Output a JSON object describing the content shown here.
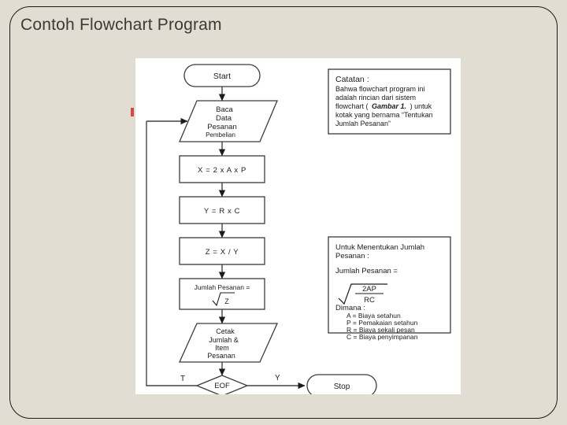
{
  "slide": {
    "title": "Contoh Flowchart Program",
    "background_color": "#e2ddd2",
    "border_color": "#1a1a1a",
    "title_color": "#3a3a36",
    "marker_color": "#cf4b45"
  },
  "flowchart": {
    "nodes": [
      {
        "id": "start",
        "type": "terminator",
        "label": "Start"
      },
      {
        "id": "baca",
        "type": "input",
        "label_lines": [
          "Baca",
          "Data",
          "Pesanan",
          "Pembelian"
        ]
      },
      {
        "id": "calc_x",
        "type": "process",
        "label": "X = 2 x A x P"
      },
      {
        "id": "calc_y",
        "type": "process",
        "label": "Y = R x C"
      },
      {
        "id": "calc_z",
        "type": "process",
        "label": "Z = X / Y"
      },
      {
        "id": "jumlah",
        "type": "process",
        "label": "Jumlah Pesanan =",
        "formula_radicand": "Z"
      },
      {
        "id": "cetak",
        "type": "output",
        "label_lines": [
          "Cetak",
          "Jumlah &",
          "Item",
          "Pesanan"
        ]
      },
      {
        "id": "eof",
        "type": "decision",
        "label": "EOF"
      },
      {
        "id": "stop",
        "type": "terminator",
        "label": "Stop"
      }
    ],
    "branch_labels": {
      "false": "T",
      "true": "Y"
    }
  },
  "note_box": {
    "heading": "Catatan :",
    "lines": [
      "Bahwa  flowchart  program  ini",
      "adalah   rincian   dari   sistem",
      "flowchart (",
      "Gambar 1.",
      ") untuk",
      "kotak yang bernama “Tentukan",
      "Jumlah Pesanan”"
    ],
    "line1": "Bahwa  flowchart  program  ini",
    "line2": "adalah   rincian   dari   sistem",
    "line3_pre": "flowchart  (",
    "line3_italic": "Gambar 1.",
    "line3_post": ") untuk",
    "line4": "kotak yang bernama “Tentukan",
    "line5": "Jumlah Pesanan”"
  },
  "formula_box": {
    "heading_line1": "Untuk   Menentukan    Jumlah",
    "heading_line2": "Pesanan :",
    "formula_label": "Jumlah Pesanan =",
    "fraction_numerator": "2AP",
    "fraction_denominator": "RC",
    "where_label": "Dimana :",
    "definitions": [
      "A = Biaya setahun",
      "P = Pemakaian setahun",
      "R = Biaya sekali pesan",
      "C = Biaya penyimpanan"
    ]
  }
}
